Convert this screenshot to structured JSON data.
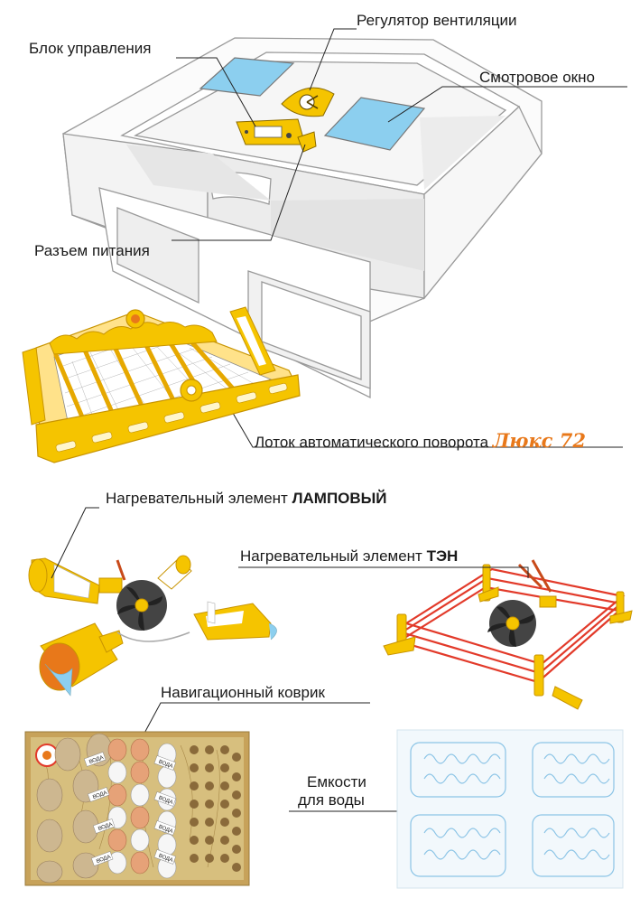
{
  "labels": {
    "ventilation_regulator": "Регулятор вентиляции",
    "control_unit": "Блок управления",
    "viewing_window": "Смотровое окно",
    "power_connector": "Разъем питания",
    "turning_tray": "Лоток автоматического поворота",
    "brand": "Люкс 72",
    "heating_element_prefix": "Нагревательный элемент",
    "lamp_type": "ЛАМПОВЫЙ",
    "ten_type": "ТЭН",
    "navigation_mat": "Навигационный коврик",
    "water_containers_line1": "Емкости",
    "water_containers_line2": "для воды"
  },
  "mat": {
    "water_tag": "ВОДА"
  },
  "colors": {
    "accent_yellow": "#f5c400",
    "window_blue": "#8ccfef",
    "heater_red": "#e23a2a",
    "brand_orange": "#e8781a",
    "body_outline": "#a8a8a8"
  }
}
